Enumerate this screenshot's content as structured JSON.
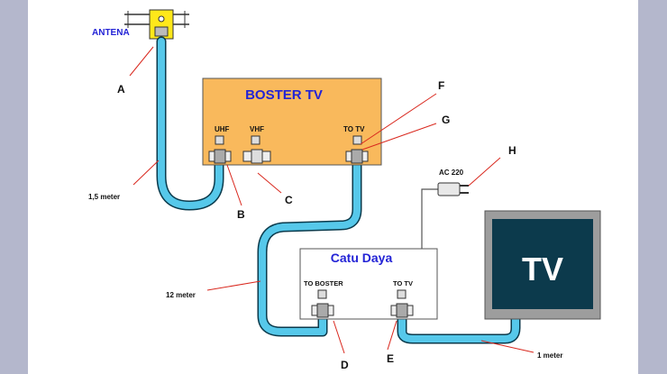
{
  "colors": {
    "page_bg": "#b4b7cc",
    "sheet": "#ffffff",
    "booster_fill": "#f9b95c",
    "cable": "#56c8ea",
    "cable_edge": "#0a3a4c",
    "title_blue": "#2323d6",
    "pointer_red": "#d9281e",
    "tv_frame": "#9d9d9d",
    "tv_screen": "#0c3a4c",
    "antenna_yellow": "#ffe81a"
  },
  "labels": {
    "antenna": "ANTENA",
    "booster_title": "BOSTER TV",
    "uhf": "UHF",
    "vhf": "VHF",
    "booster_to_tv": "TO TV",
    "psu_title": "Catu Daya",
    "psu_to_booster": "TO BOSTER",
    "psu_to_tv": "TO TV",
    "ac": "AC 220",
    "tv": "TV",
    "len_antenna": "1,5 meter",
    "len_middle": "12 meter",
    "len_tv": "1 meter"
  },
  "callouts": [
    "A",
    "B",
    "C",
    "D",
    "E",
    "F",
    "G",
    "H"
  ]
}
